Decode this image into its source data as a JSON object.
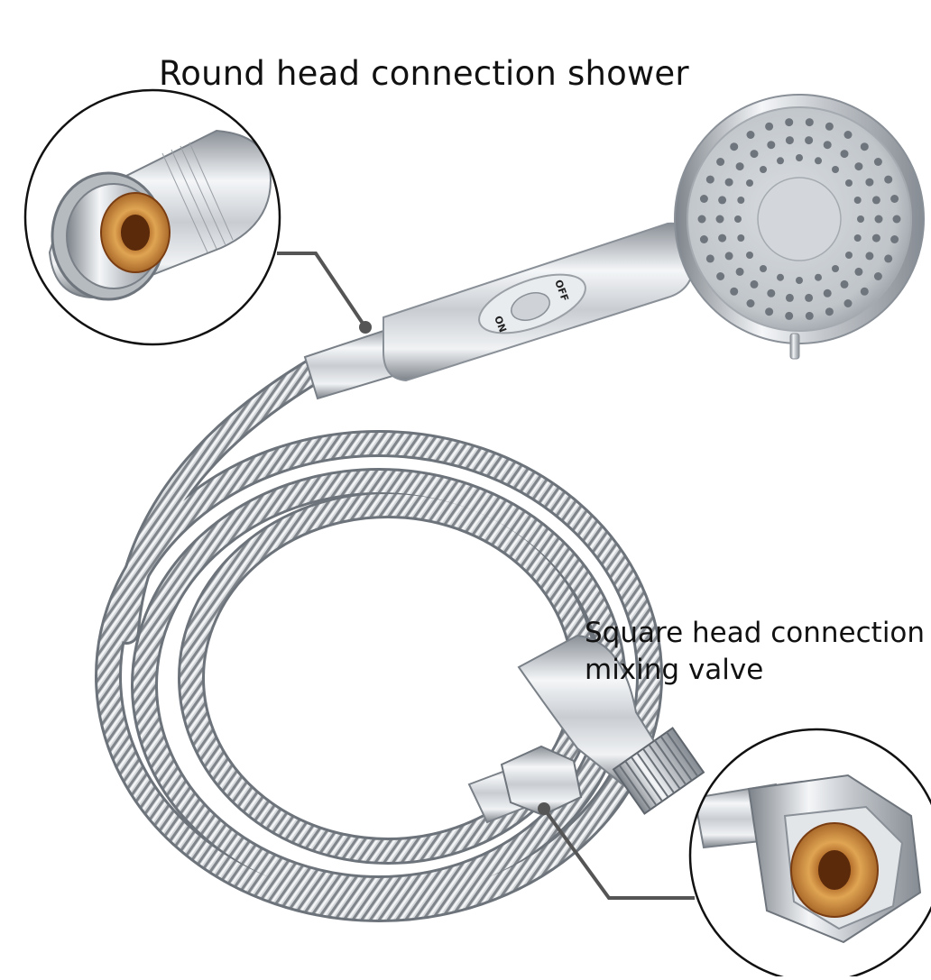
{
  "labels": {
    "top": "Round head connection shower",
    "bottom_line1": "Square head connection",
    "bottom_line2": "mixing valve"
  },
  "switch": {
    "on": "ON",
    "off": "OFF"
  },
  "colors": {
    "chrome_light": "#f2f4f6",
    "chrome_mid": "#c3c7cc",
    "chrome_dark": "#6f757c",
    "brass": "#c98a3a",
    "leader_line": "#555555"
  }
}
